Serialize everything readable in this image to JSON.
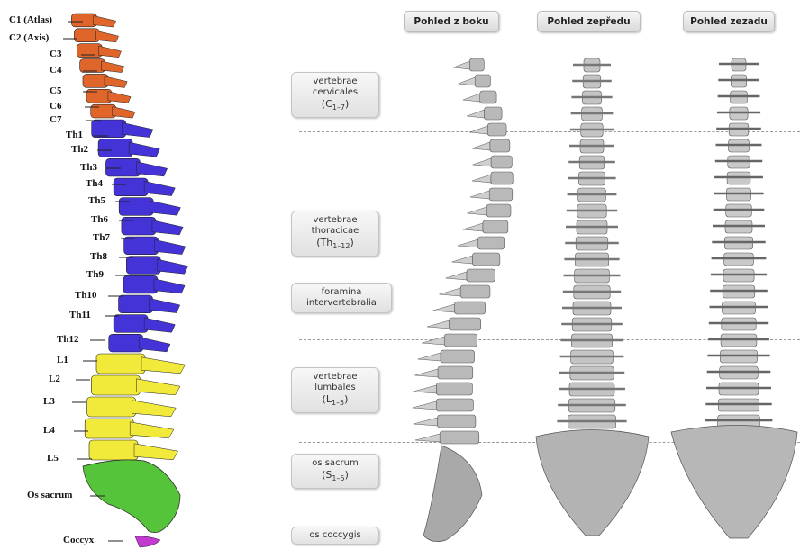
{
  "left_diagram": {
    "labels": {
      "c1": "C1 (Atlas)",
      "c2": "C2 (Axis)",
      "c3": "C3",
      "c4": "C4",
      "c5": "C5",
      "c6": "C6",
      "c7": "C7",
      "th1": "Th1",
      "th2": "Th2",
      "th3": "Th3",
      "th4": "Th4",
      "th5": "Th5",
      "th6": "Th6",
      "th7": "Th7",
      "th8": "Th8",
      "th9": "Th9",
      "th10": "Th10",
      "th11": "Th11",
      "th12": "Th12",
      "l1": "L1",
      "l2": "L2",
      "l3": "L3",
      "l4": "L4",
      "l5": "L5",
      "sacrum": "Os sacrum",
      "coccyx": "Coccyx"
    },
    "colors": {
      "cervical": "#e0652b",
      "thoracic": "#4433d6",
      "lumbar": "#f2ea3a",
      "sacrum": "#55c43a",
      "coccyx": "#c23ad0"
    }
  },
  "views": {
    "side": "Pohled z boku",
    "front": "Pohled zepředu",
    "back": "Pohled zezadu"
  },
  "regions": {
    "cervical": {
      "line1": "vertebrae",
      "line2": "cervicales",
      "sym": "C",
      "sub": "1–7"
    },
    "thoracic": {
      "line1": "vertebrae",
      "line2": "thoracicae",
      "sym": "Th",
      "sub": "1–12"
    },
    "foramina": {
      "line1": "foramina",
      "line2": "intervertebralia"
    },
    "lumbar": {
      "line1": "vertebrae",
      "line2": "lumbales",
      "sym": "L",
      "sub": "1–5"
    },
    "sacrum": {
      "line1": "os sacrum",
      "sym": "S",
      "sub": "1–5"
    },
    "coccyx": {
      "line1": "os coccygis"
    }
  }
}
